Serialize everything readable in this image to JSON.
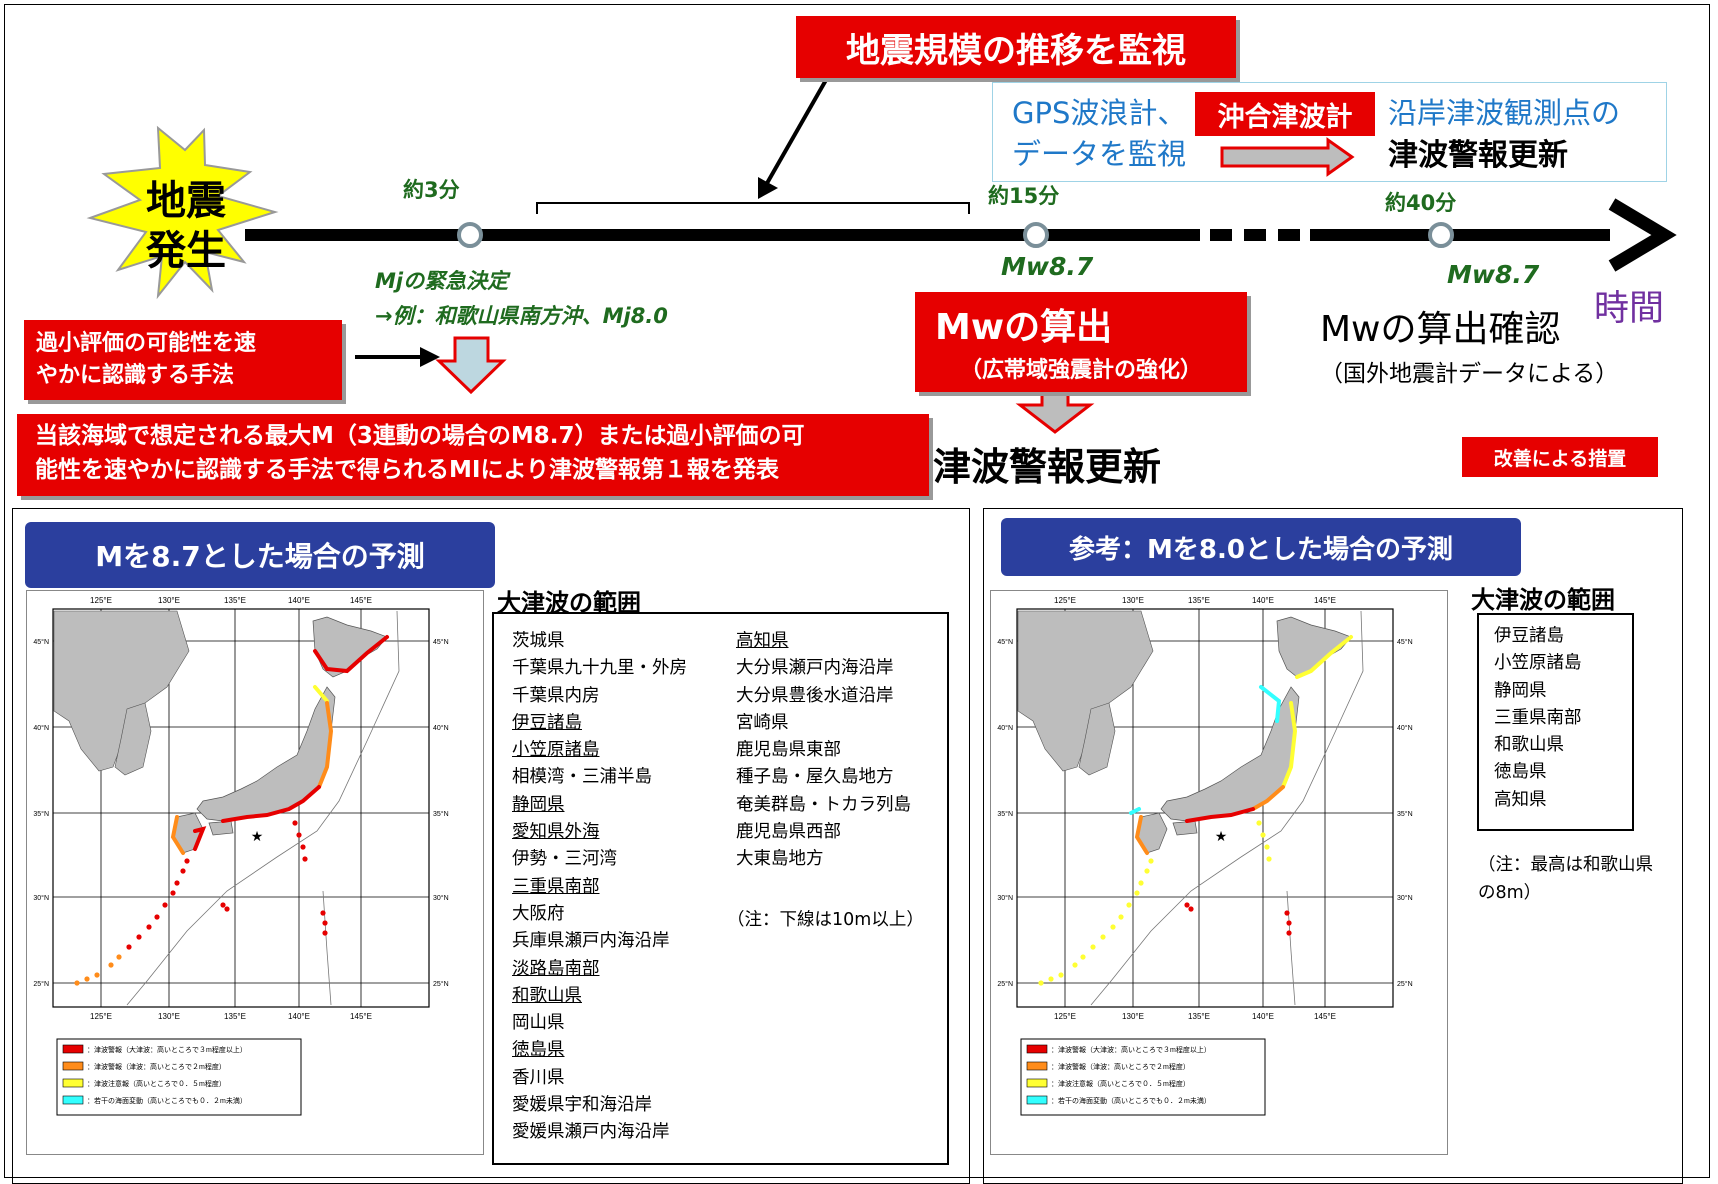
{
  "timeline": {
    "monitor_label": "地震規模の推移を監視",
    "quake_label": [
      "地震",
      "発生"
    ],
    "points": [
      {
        "time": "約3分"
      },
      {
        "time": "約15分",
        "value": "Mw8.7"
      },
      {
        "time": "約40分",
        "value": "Mw8.7"
      }
    ],
    "time_axis_label": "時間",
    "mj_decision": "Mjの緊急決定",
    "mj_example": "→例：和歌山県南方沖、Mj8.0",
    "gps_text_1": "GPS波浪計、",
    "gps_text_2": "沿岸津波観測点の",
    "gps_text_3": "データを監視",
    "offshore_label": "沖合津波計",
    "update_top": "津波警報更新",
    "underestimate_label": [
      "過小評価の可能性を速",
      "やかに認識する手法"
    ],
    "first_report": [
      "当該海域で想定される最大M（3連動の場合のM8.7）または過小評価の可",
      "能性を速やかに認識する手法で得られるMIにより津波警報第１報を発表"
    ],
    "mw_calc": "Mwの算出",
    "mw_calc_sub": "（広帯域強震計の強化）",
    "update_mid": "津波警報更新",
    "mw_confirm": "Mwの算出確認",
    "mw_confirm_sub": "（国外地震計データによる）",
    "improvement": "改善による措置"
  },
  "left_panel": {
    "header": "Mを8.7とした場合の予測",
    "range_title": "大津波の範囲",
    "col1": [
      {
        "t": "茨城県",
        "u": false
      },
      {
        "t": "千葉県九十九里・外房",
        "u": false
      },
      {
        "t": "千葉県内房",
        "u": false
      },
      {
        "t": "伊豆諸島",
        "u": true
      },
      {
        "t": "小笠原諸島",
        "u": true
      },
      {
        "t": "相模湾・三浦半島",
        "u": false
      },
      {
        "t": "静岡県",
        "u": true
      },
      {
        "t": "愛知県外海",
        "u": true
      },
      {
        "t": "伊勢・三河湾",
        "u": false
      },
      {
        "t": "三重県南部",
        "u": true
      },
      {
        "t": "大阪府",
        "u": false
      },
      {
        "t": "兵庫県瀬戸内海沿岸",
        "u": false
      },
      {
        "t": "淡路島南部",
        "u": true
      },
      {
        "t": "和歌山県",
        "u": true
      },
      {
        "t": "岡山県",
        "u": false
      },
      {
        "t": "徳島県",
        "u": true
      },
      {
        "t": "香川県",
        "u": false
      },
      {
        "t": "愛媛県宇和海沿岸",
        "u": false
      },
      {
        "t": "愛媛県瀬戸内海沿岸",
        "u": false
      }
    ],
    "col2": [
      {
        "t": "高知県",
        "u": true
      },
      {
        "t": "大分県瀬戸内海沿岸",
        "u": false
      },
      {
        "t": "大分県豊後水道沿岸",
        "u": false
      },
      {
        "t": "宮崎県",
        "u": false
      },
      {
        "t": "鹿児島県東部",
        "u": false
      },
      {
        "t": "種子島・屋久島地方",
        "u": false
      },
      {
        "t": "奄美群島・トカラ列島",
        "u": false
      },
      {
        "t": "鹿児島県西部",
        "u": false
      },
      {
        "t": "大東島地方",
        "u": false
      }
    ],
    "note": "（注：下線は10m以上）"
  },
  "right_panel": {
    "header": "参考：Mを8.0とした場合の予測",
    "range_title": "大津波の範囲",
    "items": [
      "伊豆諸島",
      "小笠原諸島",
      "静岡県",
      "三重県南部",
      "和歌山県",
      "徳島県",
      "高知県"
    ],
    "note": [
      "（注：最高は和歌山県",
      "の8m）"
    ]
  },
  "map": {
    "lon_labels": [
      "125°E",
      "130°E",
      "135°E",
      "140°E",
      "145°E"
    ],
    "lat_labels": [
      "45°N",
      "40°N",
      "35°N",
      "30°N",
      "25°N"
    ],
    "legend": [
      {
        "color": "#e60000",
        "text": "：津波警報（大津波：高いところで３m程度以上）"
      },
      {
        "color": "#ff8c1a",
        "text": "：津波警報（津波：高いところで２m程度）"
      },
      {
        "color": "#ffff33",
        "text": "：津波注意報（高いところで０．５m程度）"
      },
      {
        "color": "#33ffff",
        "text": "：若干の海面変動（高いところでも０．２m未満）"
      }
    ]
  }
}
